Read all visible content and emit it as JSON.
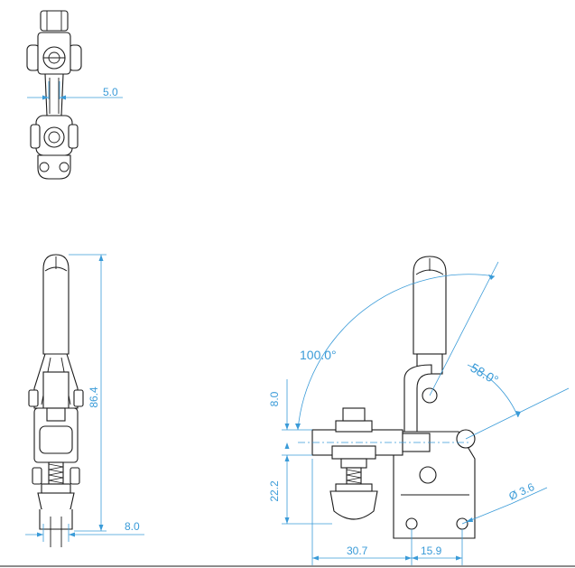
{
  "dimensions": {
    "top_width": "5.0",
    "side_height": "86.4",
    "side_base": "8.0",
    "front_angle_open": "100.0°",
    "front_angle_arm": "58.0°",
    "front_stroke": "8.0",
    "front_spindle_height": "22.2",
    "front_reach": "30.7",
    "front_hole_spacing": "15.9",
    "front_hole_dia": "Ø 3.6"
  },
  "colors": {
    "line": "#1a1a1a",
    "dimension": "#3a9bd8",
    "background": "#ffffff"
  }
}
